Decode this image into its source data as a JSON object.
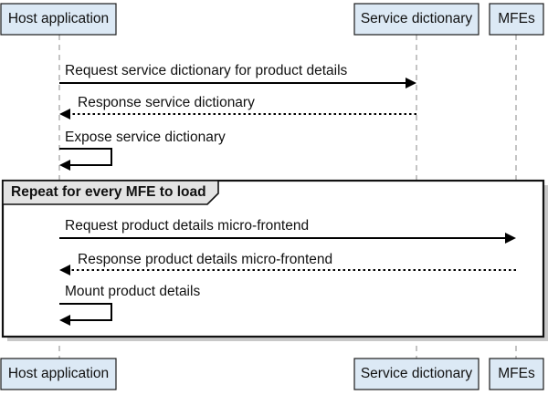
{
  "participants": [
    {
      "id": "host",
      "label": "Host application"
    },
    {
      "id": "dict",
      "label": "Service dictionary"
    },
    {
      "id": "mfes",
      "label": "MFEs"
    }
  ],
  "messages": [
    {
      "id": "m1",
      "from": "host",
      "to": "dict",
      "style": "solid",
      "label": "Request service dictionary for product details"
    },
    {
      "id": "m2",
      "from": "dict",
      "to": "host",
      "style": "dotted",
      "label": "Response service dictionary"
    },
    {
      "id": "m3",
      "from": "host",
      "to": "host",
      "style": "self",
      "label": "Expose service dictionary"
    },
    {
      "id": "m4",
      "from": "host",
      "to": "mfes",
      "style": "solid",
      "label": "Request product details micro-frontend"
    },
    {
      "id": "m5",
      "from": "mfes",
      "to": "host",
      "style": "dotted",
      "label": "Response product details micro-frontend"
    },
    {
      "id": "m6",
      "from": "host",
      "to": "host",
      "style": "self",
      "label": "Mount product details"
    }
  ],
  "loop": {
    "label": "Repeat for every MFE to load"
  }
}
